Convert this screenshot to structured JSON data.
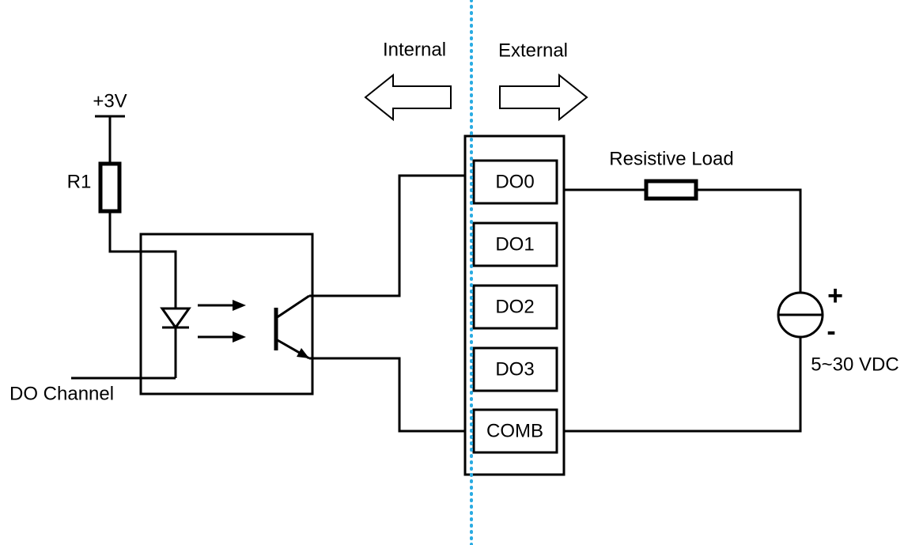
{
  "diagram": {
    "divider": {
      "internal_label": "Internal",
      "external_label": "External",
      "color": "#29ABE2"
    },
    "input_circuit": {
      "supply_label": "+3V",
      "resistor_label": "R1",
      "channel_label": "DO Channel"
    },
    "terminal_block": {
      "terminals": [
        {
          "label": "DO0"
        },
        {
          "label": "DO1"
        },
        {
          "label": "DO2"
        },
        {
          "label": "DO3"
        },
        {
          "label": "COMB"
        }
      ]
    },
    "output_circuit": {
      "load_label": "Resistive Load",
      "source_plus": "+",
      "source_minus": "-",
      "source_label": "5~30 VDC"
    }
  }
}
